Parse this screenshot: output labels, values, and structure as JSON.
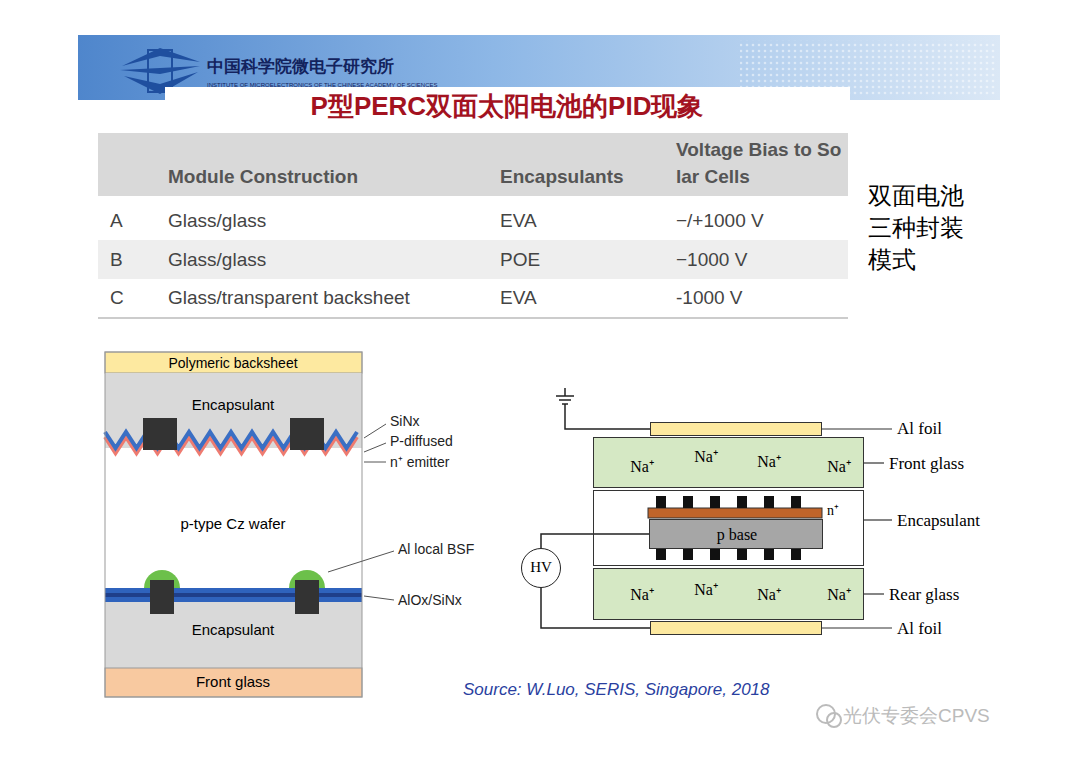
{
  "diagram": {
    "title": "P型PERC双面太阳电池的PID现象",
    "caption": "Source: W.Luo, SERIS, Singapore, 2018",
    "nodes": [
      {
        "text": [
          "Polymeric backsheet"
        ]
      },
      {
        "text": [
          "Encapsulant"
        ]
      },
      {
        "text": [
          "p-type Cz wafer"
        ]
      },
      {
        "text": [
          "Encapsulant"
        ]
      },
      {
        "text": [
          "Front glass"
        ]
      },
      {
        "text": [
          "Al foil"
        ]
      },
      {
        "text": [
          "Front glass",
          "Na⁺",
          "Na⁺",
          "Na⁺",
          "Na⁺"
        ]
      },
      {
        "text": [
          "Encapsulant"
        ]
      },
      {
        "text": [
          "p base"
        ],
        "in": 7
      },
      {
        "text": [
          "Rear glass",
          "Na⁺",
          "Na⁺",
          "Na⁺",
          "Na⁺"
        ]
      },
      {
        "text": [
          "Al foil"
        ]
      },
      {
        "text": [
          "HV"
        ]
      }
    ],
    "edges": [
      {
        "from": 11,
        "to": 8,
        "arrow": "none"
      },
      {
        "from": 11,
        "to": 10,
        "arrow": "none"
      }
    ],
    "labels": [
      "中国科学院微电子研究所",
      "INSTITUTE OF MICROELECTRONICS OF THE CHINESE ACADEMY OF SCIENCES",
      "Module Construction",
      "Encapsulants",
      "Voltage Bias to Solar Cells",
      "A",
      "Glass/glass",
      "EVA",
      "−/+1000 V",
      "B",
      "Glass/glass",
      "POE",
      "−1000 V",
      "C",
      "Glass/transparent backsheet",
      "EVA",
      "-1000 V",
      "双面电池三种封装模式",
      "SiNx",
      "P-diffused",
      "n⁺ emitter",
      "Al local BSF",
      "AlOx/SiNx",
      "n⁺",
      "光伏专委会CPVS"
    ]
  }
}
